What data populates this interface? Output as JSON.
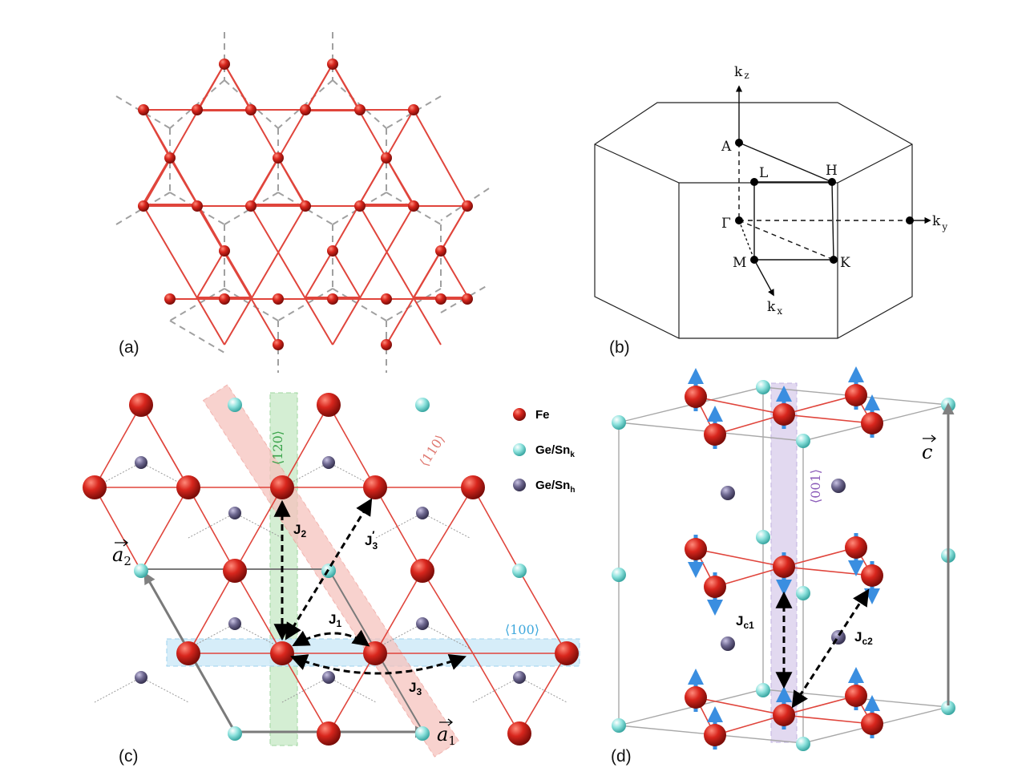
{
  "panels": {
    "a": {
      "label": "(a)"
    },
    "b": {
      "label": "(b)",
      "points": {
        "A": "A",
        "L": "L",
        "H": "H",
        "Gamma": "Γ",
        "M": "M",
        "K": "K"
      },
      "axes": {
        "kz": "k",
        "kz_sub": "z",
        "ky": "k",
        "ky_sub": "y",
        "kx": "k",
        "kx_sub": "x"
      }
    },
    "c": {
      "label": "(c)",
      "legend": {
        "fe": "Fe",
        "gesn_k": "Ge/Sn",
        "gesn_k_sub": "k",
        "gesn_h": "Ge/Sn",
        "gesn_h_sub": "h"
      },
      "directions": {
        "d120": "⟨120⟩",
        "d110": "⟨110⟩",
        "d100": "⟨100⟩"
      },
      "couplings": {
        "j1": "J",
        "j1_sub": "1",
        "j2": "J",
        "j2_sub": "2",
        "j3": "J",
        "j3_sub": "3",
        "j3p": "J",
        "j3p_sub": "3",
        "j3p_sup": "′"
      },
      "vectors": {
        "a1": "a",
        "a1_sub": "1",
        "a2": "a",
        "a2_sub": "2"
      }
    },
    "d": {
      "label": "(d)",
      "directions": {
        "d001": "⟨001⟩"
      },
      "couplings": {
        "jc1": "J",
        "jc1_sub": "c1",
        "jc2": "J",
        "jc2_sub": "c2"
      },
      "vectors": {
        "c": "c"
      }
    }
  },
  "colors": {
    "fe": "#d0241c",
    "ge_k": "#7fd8d4",
    "ge_h": "#6e6890",
    "kagome_bond": "#e0493f",
    "dashed_grid": "#9a9a9a",
    "band_green": "#cdeccc",
    "band_red": "#f6c3be",
    "band_blue": "#cfeaf8",
    "band_purple": "#ddd3ee",
    "spin_arrow": "#3a8ee0",
    "label_green": "#3aa34a",
    "label_red": "#e07a72",
    "label_blue": "#3fa8dc",
    "label_purple": "#8a5ab8"
  }
}
